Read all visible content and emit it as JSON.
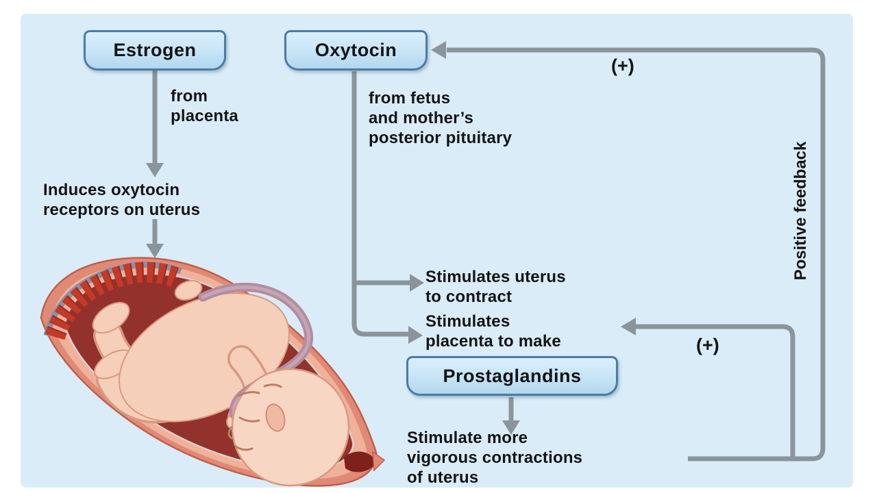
{
  "colors": {
    "page_background": "#ffffff",
    "panel_background": "#d9ecf8",
    "box_border": "#4a7ba6",
    "box_fill_top": "#dbeffc",
    "box_fill_bottom": "#b2d7ee",
    "arrow_gray": "#8b949b",
    "text": "#141414",
    "uterus_wall": "#e08a75",
    "uterus_cavity": "#93322c",
    "placenta_red": "#c23a28",
    "fetus_skin": "#f6cfba",
    "umbilical_cord": "#b28da0"
  },
  "nodes": {
    "estrogen": {
      "label": "Estrogen"
    },
    "oxytocin": {
      "label": "Oxytocin"
    },
    "prostaglandins": {
      "label": "Prostaglandins"
    }
  },
  "annotations": {
    "from_placenta": "from\nplacenta",
    "induces_receptors": "Induces oxytocin\nreceptors on uterus",
    "from_fetus": "from fetus\nand mother’s\nposterior pituitary",
    "stimulates_uterus": "Stimulates uterus\nto contract",
    "stimulates_placenta": "Stimulates\nplacenta to make",
    "stimulate_more": "Stimulate more\nvigorous contractions\nof uterus",
    "positive_feedback": "Positive feedback",
    "plus_top": "(+)",
    "plus_mid": "(+)"
  },
  "illustration": {
    "name": "fetus-in-uterus"
  }
}
